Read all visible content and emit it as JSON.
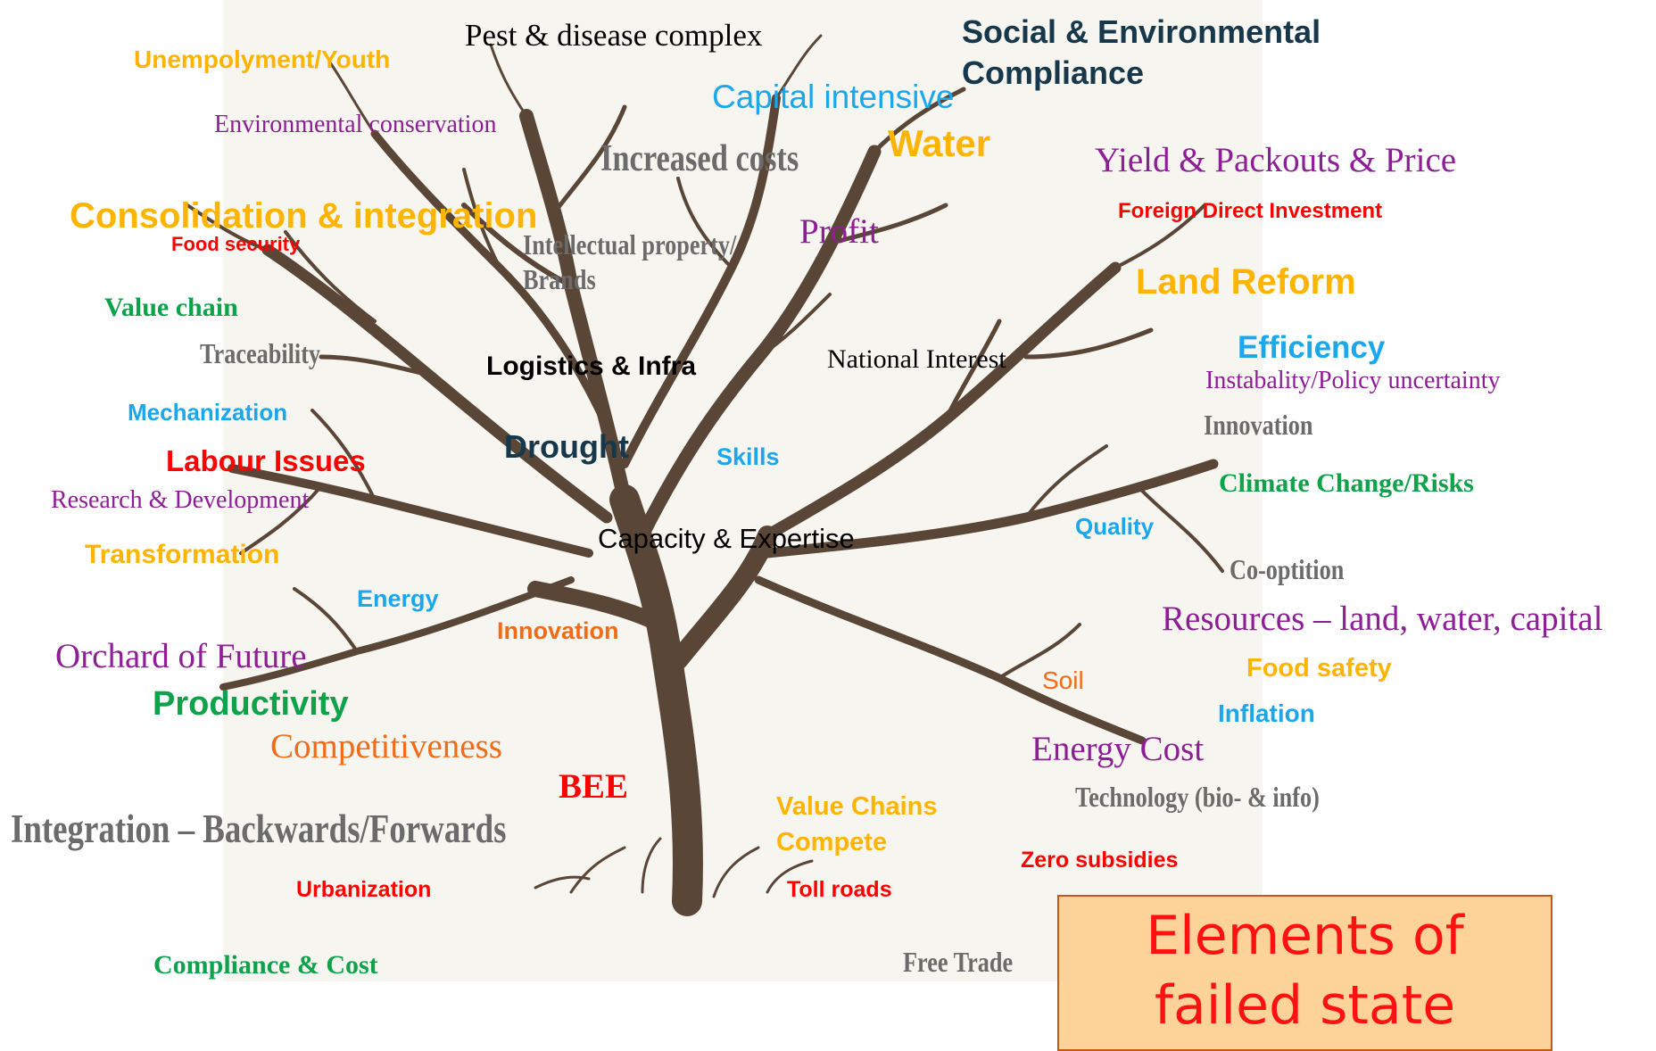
{
  "headline": {
    "line1": "Elements of",
    "line2": "failed state"
  },
  "words": {
    "pest_disease": "Pest & disease complex",
    "social_env": "Social & Environmental",
    "compliance": "Compliance",
    "unemployment": "Unempolyment/Youth",
    "capital_intensive": "Capital intensive",
    "env_conservation": "Environmental conservation",
    "increased_costs": "Increased costs",
    "water": "Water",
    "yield": "Yield & Packouts & Price",
    "fdi": "Foreign Direct Investment",
    "consolidation": "Consolidation & integration",
    "food_security": "Food security",
    "ip": "Intellectual property/",
    "brands": "Brands",
    "profit": "Profit",
    "land_reform": "Land Reform",
    "value_chain": "Value chain",
    "traceability": "Traceability",
    "logistics": "Logistics & Infra",
    "national_interest": "National Interest",
    "efficiency": "Efficiency",
    "instability": "Instabality/Policy uncertainty",
    "mechanization": "Mechanization",
    "innovation_right": "Innovation",
    "drought": "Drought",
    "skills": "Skills",
    "labour": "Labour  Issues",
    "climate": "Climate Change/Risks",
    "rnd": "Research & Development",
    "quality": "Quality",
    "transformation": "Transformation",
    "capacity": "Capacity & Expertise",
    "cooptition": "Co-optition",
    "energy": "Energy",
    "resources": "Resources – land, water, capital",
    "innovation_center": "Innovation",
    "orchard": "Orchard of Future",
    "food_safety": "Food safety",
    "soil": "Soil",
    "productivity": "Productivity",
    "inflation": "Inflation",
    "competitiveness": "Competitiveness",
    "energy_cost": "Energy Cost",
    "bee": "BEE",
    "value_chains": "Value Chains",
    "compete": "Compete",
    "technology": "Technology (bio- & info)",
    "integration": "Integration – Backwards/Forwards",
    "zero_subsidies": "Zero subsidies",
    "urbanization": "Urbanization",
    "toll_roads": "Toll roads",
    "compliance_cost": "Compliance & Cost",
    "free_trade": "Free Trade"
  },
  "colors": {
    "orange_yellow": "#ffb400",
    "purple": "#8e1e96",
    "sky_blue": "#1aa7ec",
    "green": "#0ea24a",
    "red": "#ff0000",
    "grey": "#6b6b6b",
    "dark_teal": "#16384a",
    "orange": "#f26b16",
    "black": "#000000",
    "trunk_brown": "#5a4636"
  }
}
